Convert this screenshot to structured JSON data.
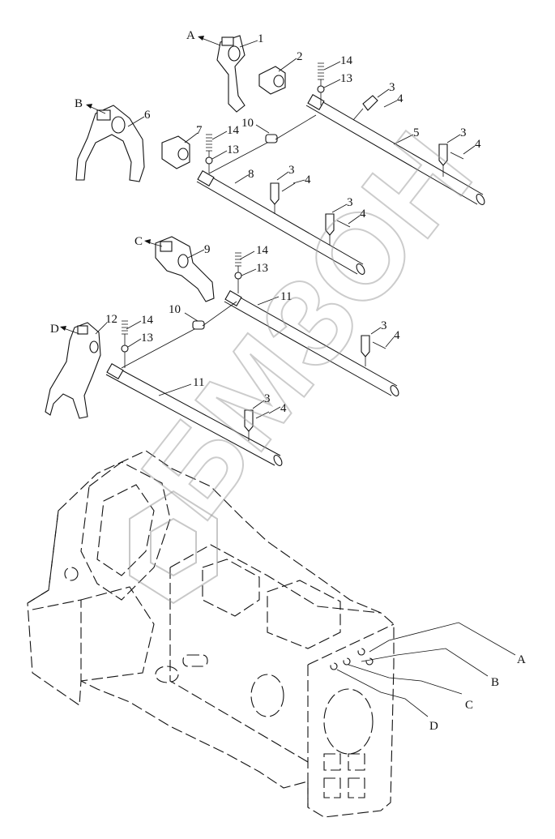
{
  "watermark": {
    "text": "БМЗОН"
  },
  "callouts": {
    "A_top": "A",
    "B_top": "B",
    "C_top": "C",
    "D_top": "D",
    "A_bot": "A",
    "B_bot": "B",
    "C_bot": "C",
    "D_bot": "D",
    "n1": "1",
    "n2": "2",
    "n3a": "3",
    "n4a": "4",
    "n14a": "14",
    "n13a": "13",
    "n6": "6",
    "n5": "5",
    "n3b": "3",
    "n4b": "4",
    "n7": "7",
    "n14b": "14",
    "n10a": "10",
    "n13b": "13",
    "n8": "8",
    "n3c": "3",
    "n4c": "4",
    "n3d": "3",
    "n4d": "4",
    "n9": "9",
    "n14c": "14",
    "n13c": "13",
    "n11a": "11",
    "n10b": "10",
    "n12": "12",
    "n14d": "14",
    "n13d": "13",
    "n3e": "3",
    "n4e": "4",
    "n11b": "11",
    "n3f": "3",
    "n4f": "4"
  },
  "colors": {
    "line": "#111111",
    "watermark": "#9a9a9a"
  }
}
